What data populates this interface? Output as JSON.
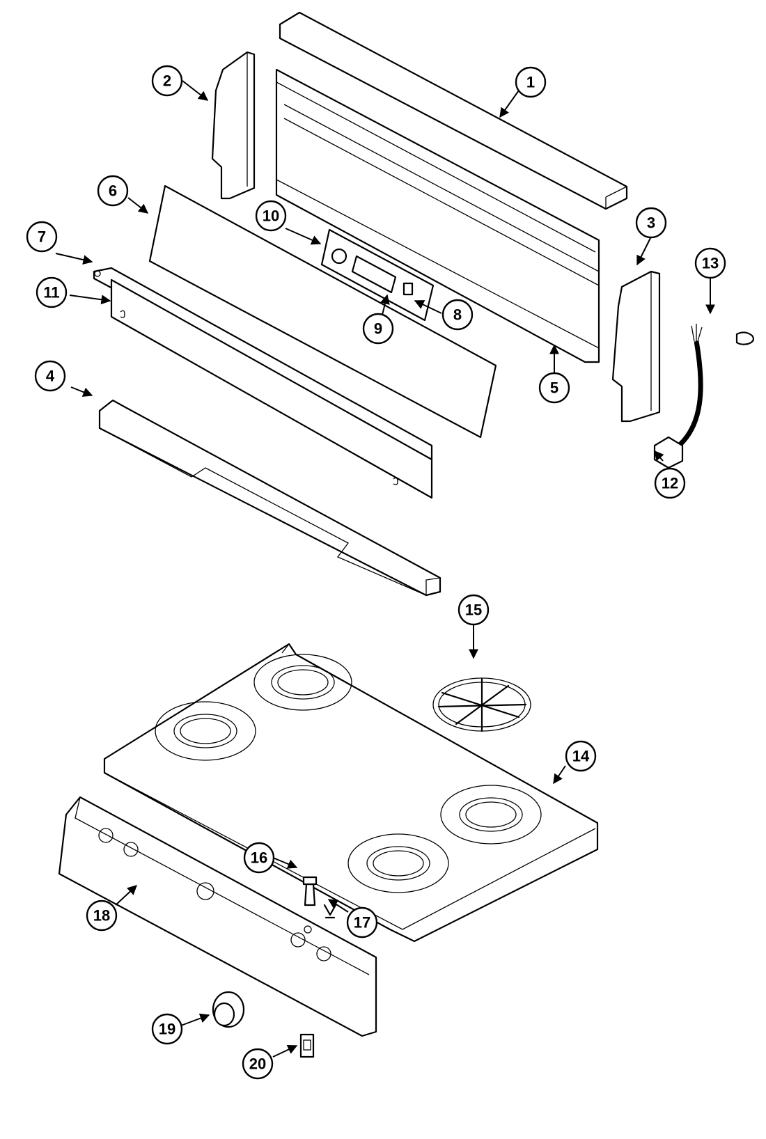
{
  "diagram": {
    "callouts": [
      {
        "label": "1"
      },
      {
        "label": "2"
      },
      {
        "label": "3"
      },
      {
        "label": "4"
      },
      {
        "label": "5"
      },
      {
        "label": "6"
      },
      {
        "label": "7"
      },
      {
        "label": "8"
      },
      {
        "label": "9"
      },
      {
        "label": "10"
      },
      {
        "label": "11"
      },
      {
        "label": "12"
      },
      {
        "label": "13"
      },
      {
        "label": "14"
      },
      {
        "label": "15"
      },
      {
        "label": "16"
      },
      {
        "label": "17"
      },
      {
        "label": "18"
      },
      {
        "label": "19"
      },
      {
        "label": "20"
      }
    ]
  }
}
